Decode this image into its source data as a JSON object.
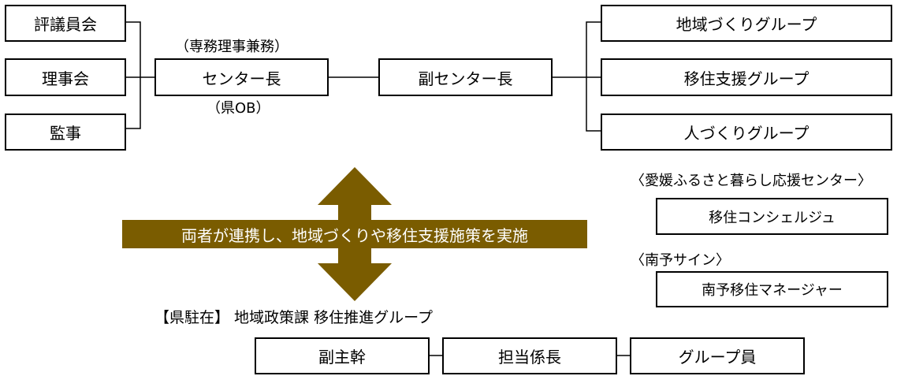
{
  "board": [
    "評議員会",
    "理事会",
    "監事"
  ],
  "director": {
    "label": "センター長",
    "note_top": "（専務理事兼務）",
    "note_bottom": "（県OB）"
  },
  "deputy": {
    "label": "副センター長"
  },
  "groups": [
    "地域づくりグループ",
    "移住支援グループ",
    "人づくりグループ"
  ],
  "concierge": {
    "heading": "〈愛媛ふるさと暮らし応援センター〉",
    "label": "移住コンシェルジュ"
  },
  "nanyo": {
    "heading": "〈南予サイン〉",
    "label": "南予移住マネージャー"
  },
  "cooperation": {
    "text": "両者が連携し、地域づくりや移住支援施策を実施"
  },
  "prefecture": {
    "heading": "【県駐在】 地域政策課 移住推進グループ",
    "staff": [
      "副主幹",
      "担当係長",
      "グループ員"
    ]
  },
  "colors": {
    "arrow": "#7a5c00",
    "band": "#7a5c00",
    "band_text": "#ffffff",
    "line": "#000000"
  }
}
